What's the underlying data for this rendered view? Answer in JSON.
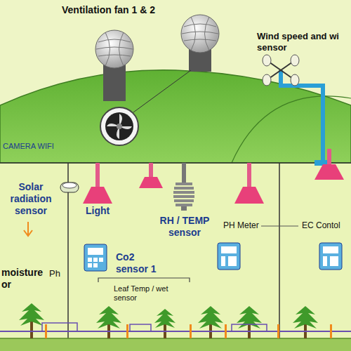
{
  "diagram": {
    "labels": [
      "Ventilation fan 1 & 2",
      "Wind speed and wi sensor",
      "CAMERA WIFI",
      "Solar radiation sensor",
      "Light",
      "RH / TEMP sensor",
      "PH Meter",
      "EC Contol",
      "Co2 sensor 1",
      "Leaf Temp / wet sensor",
      "moisture or",
      "Ph"
    ]
  }
}
